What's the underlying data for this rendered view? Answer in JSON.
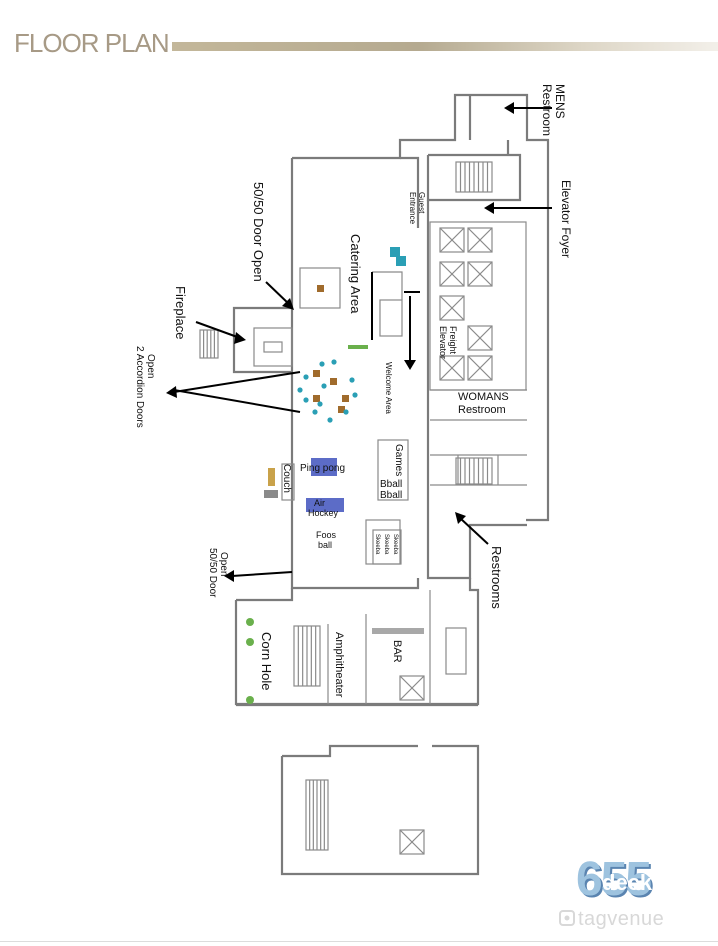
{
  "header": {
    "title": "FLOOR PLAN"
  },
  "labels": {
    "mens_restroom": [
      "MENS",
      "Restroom"
    ],
    "elevator_foyer": "Elevator Foyer",
    "guest_entrance": [
      "Guest",
      "Entrance"
    ],
    "door_open_top": "50/50 Door Open",
    "catering_area": "Catering Area",
    "fireplace": "Fireplace",
    "freight_elevator": [
      "Freight",
      "Elevator"
    ],
    "accordion_doors": [
      "2 Accordion Doors",
      "Open"
    ],
    "welcome_area": "Welcome Area",
    "womans_restroom": [
      "WOMANS",
      "Restroom"
    ],
    "games": "Games",
    "ping_pong": "Ping pong",
    "couch": "Couch",
    "bball_1": "Bball",
    "bball_2": "Bball",
    "air_hockey": [
      "Air",
      "Hockey"
    ],
    "foosball": [
      "Foos",
      "ball"
    ],
    "skeeball": [
      "Skeeba",
      "Skeeba",
      "Skeeba"
    ],
    "door_open_bottom": [
      "50/50 Door",
      "Open"
    ],
    "restrooms": "Restrooms",
    "bar": "BAR",
    "amphitheater": "Amphitheater",
    "corn_hole": "Corn Hole"
  },
  "logo": {
    "text": "655",
    "sub": "deck"
  },
  "watermark": "tagvenue",
  "colors": {
    "accent_gold": "#b5aa90",
    "table_brown": "#a06b2c",
    "chair_teal": "#2a9fb5",
    "game_blue": "#5c6cc7",
    "plant_green": "#6ab04c"
  }
}
